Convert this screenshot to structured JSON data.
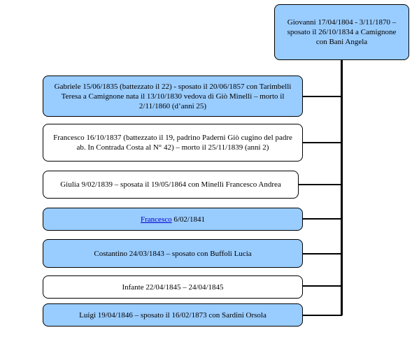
{
  "colors": {
    "blue_fill": "#99ccff",
    "white_fill": "#ffffff",
    "line": "#000000",
    "link": "#0000cc"
  },
  "root": {
    "text": "Giovanni 17/04/1804 - 3/11/1870 – sposato il 26/10/1834 a Camignone con Bani Angela"
  },
  "children": [
    {
      "text": "Gabriele 15/06/1835 (battezzato il 22) -  sposato il 20/06/1857 con Tarimbelli Teresa a Camignone   nata il 13/10/1830 vedova di Giò Minelli – morto il 2/11/1860 (d’anni 25)",
      "fill": "blue"
    },
    {
      "text": "Francesco 16/10/1837 (battezzato il 19, padrino Paderni Giò cugino del padre ab. In Contrada Costa al N° 42) – morto il 25/11/1839 (anni 2)",
      "fill": "white"
    },
    {
      "text": "Giulia 9/02/1839 – sposata il 19/05/1864 con Minelli Francesco Andrea",
      "fill": "white"
    },
    {
      "link": "Francesco",
      "text": " 6/02/1841",
      "fill": "blue"
    },
    {
      "text": "Costantino 24/03/1843 – sposato con Buffoli Lucia",
      "fill": "blue"
    },
    {
      "text": "Infante 22/04/1845 – 24/04/1845",
      "fill": "white"
    },
    {
      "text": "Luigi 19/04/1846 – sposato il 16/02/1873 con Sardini Orsola",
      "fill": "blue"
    }
  ]
}
